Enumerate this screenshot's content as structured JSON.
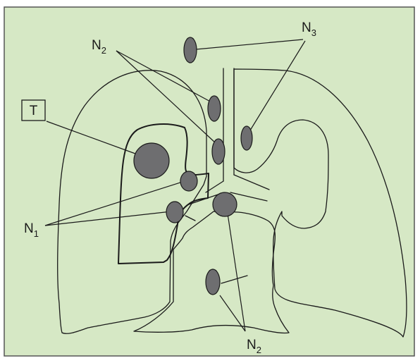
{
  "colors": {
    "background": "#d6e8c5",
    "frame": "#555555",
    "node_fill": "#6e6e70",
    "line": "#1a1a1a"
  },
  "labels": {
    "t": "T",
    "n": "N",
    "n3_sub": "3",
    "n2_sub": "2",
    "n1_sub": "1"
  }
}
